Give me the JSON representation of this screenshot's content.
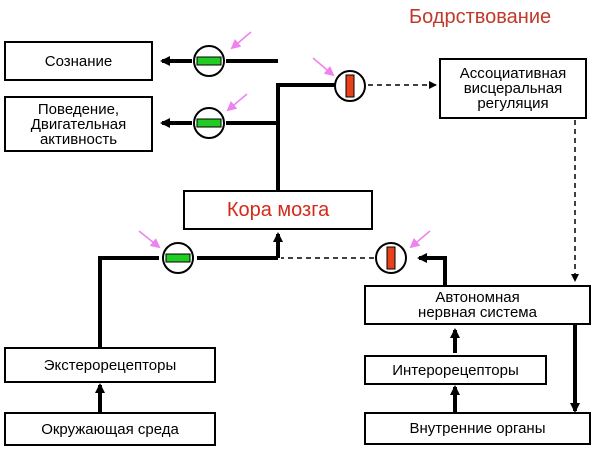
{
  "title": "Бодрствование",
  "nodes": {
    "consciousness": "Сознание",
    "behavior": "Поведение,\nДвигательная\nактивность",
    "cortex": "Кора мозга",
    "associative": "Ассоциативная\nвисцеральная\nрегуляция",
    "autonomic": "Автономная\nнервная система",
    "exteroceptors": "Экстерорецепторы",
    "environment": "Окружающая среда",
    "interoceptors": "Интерорецепторы",
    "organs": "Внутренние органы"
  },
  "colors": {
    "title": "#c0392b",
    "cortex_text": "#d42a1a",
    "activation_symbol": "#22cc22",
    "inhibition_symbol": "#e8401a",
    "marker_arrow": "#ee82ee"
  }
}
